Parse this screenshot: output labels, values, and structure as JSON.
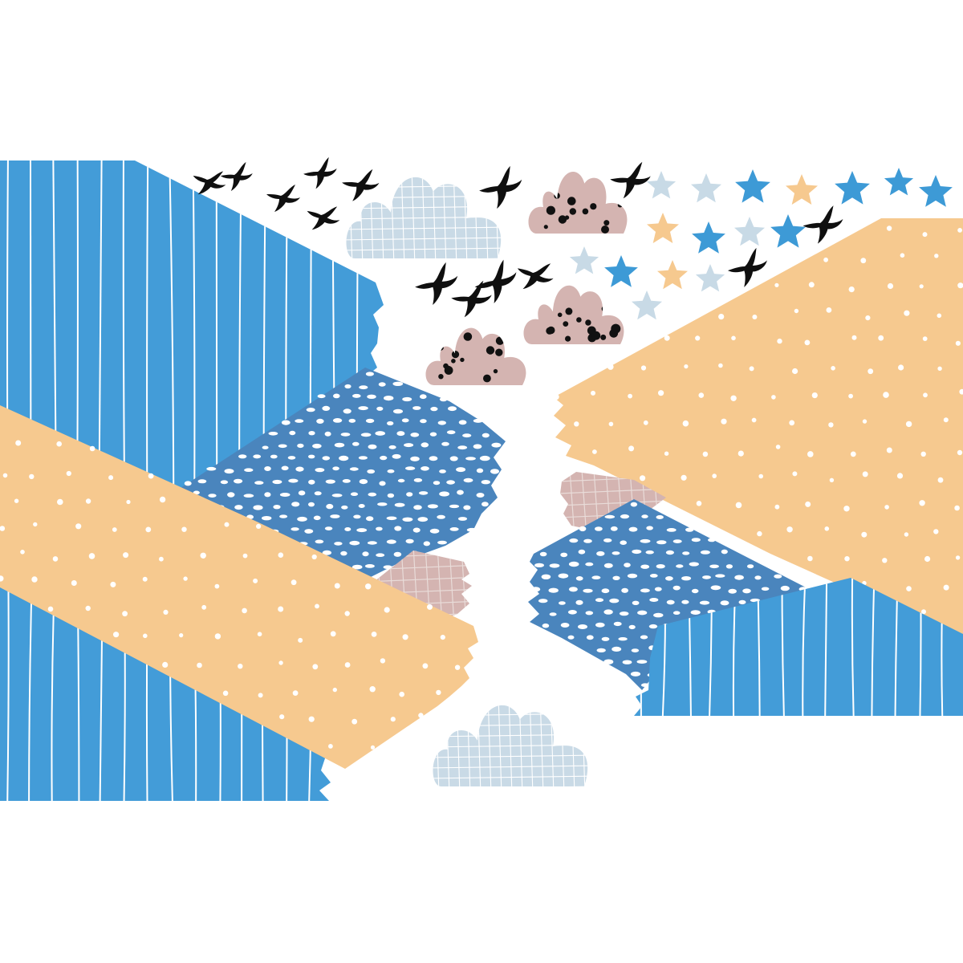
{
  "colors": {
    "background": "#ffffff",
    "blue_stripe": "#439cd8",
    "blue_dot": "#4a85bd",
    "peach": "#f6c98f",
    "mauve": "#d4b4b1",
    "light_blue": "#c9dae6",
    "bird": "#0f0f0f",
    "star_blue": "#3d9ad6",
    "star_light": "#c8dae6",
    "star_peach": "#f6c98f"
  },
  "scene": {
    "shapes": [
      "striped-mountain",
      "dotted-mountain",
      "peach-hill",
      "grid-patch",
      "cloud",
      "bird",
      "star"
    ]
  }
}
